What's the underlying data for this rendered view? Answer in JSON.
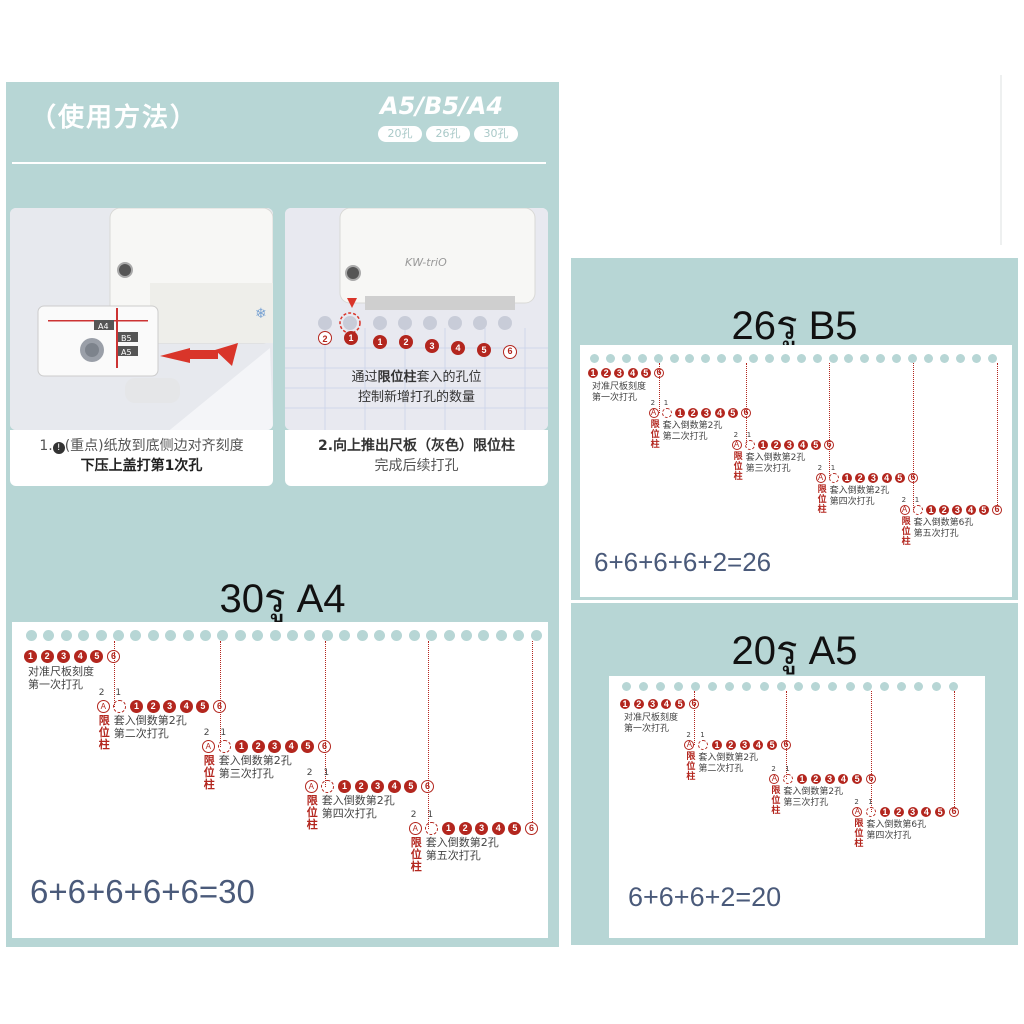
{
  "header": {
    "title": "（使用方法）",
    "formats": "A5/B5/A4",
    "pills": [
      "20孔",
      "26孔",
      "30孔"
    ]
  },
  "steps": [
    {
      "line1_prefix": "1.",
      "line1_main": "(重点)纸放到底侧边对齐刻度",
      "line2": "下压上盖打第1次孔"
    },
    {
      "overlay1": "通过",
      "overlay_bold": "限位柱",
      "overlay2": "套入的孔位",
      "overlay3": "控制新增打孔的数量",
      "line1": "2.向上推出尺板（灰色）限位柱",
      "line2": "完成后续打孔"
    }
  ],
  "photo_labels": {
    "a4": "A4",
    "b5": "B5",
    "a5": "A5",
    "brand": "KW-triO"
  },
  "diagram_text": {
    "first_line1": "对准尺板刻度",
    "first_line2": "第一次打孔",
    "limit_post": "限位柱",
    "insert_2nd": "套入倒数第2孔",
    "insert_6th": "套入倒数第6孔",
    "second": "第二次打孔",
    "third": "第三次打孔",
    "fourth": "第四次打孔",
    "fifth": "第五次打孔",
    "two": "2",
    "one": "1",
    "a": "A"
  },
  "numbers": [
    "1",
    "2",
    "3",
    "4",
    "5",
    "6"
  ],
  "panels": {
    "a4": {
      "label": "30รู A4",
      "formula": "6+6+6+6+6=30",
      "holes": 30
    },
    "b5": {
      "label": "26รู B5",
      "formula": "6+6+6+6+2=26",
      "holes": 26
    },
    "a5": {
      "label": "20รู A5",
      "formula": "6+6+6+2=20",
      "holes": 20
    }
  },
  "colors": {
    "teal": "#b7d6d5",
    "red": "#b3261e",
    "formula": "#4a5a7a"
  }
}
